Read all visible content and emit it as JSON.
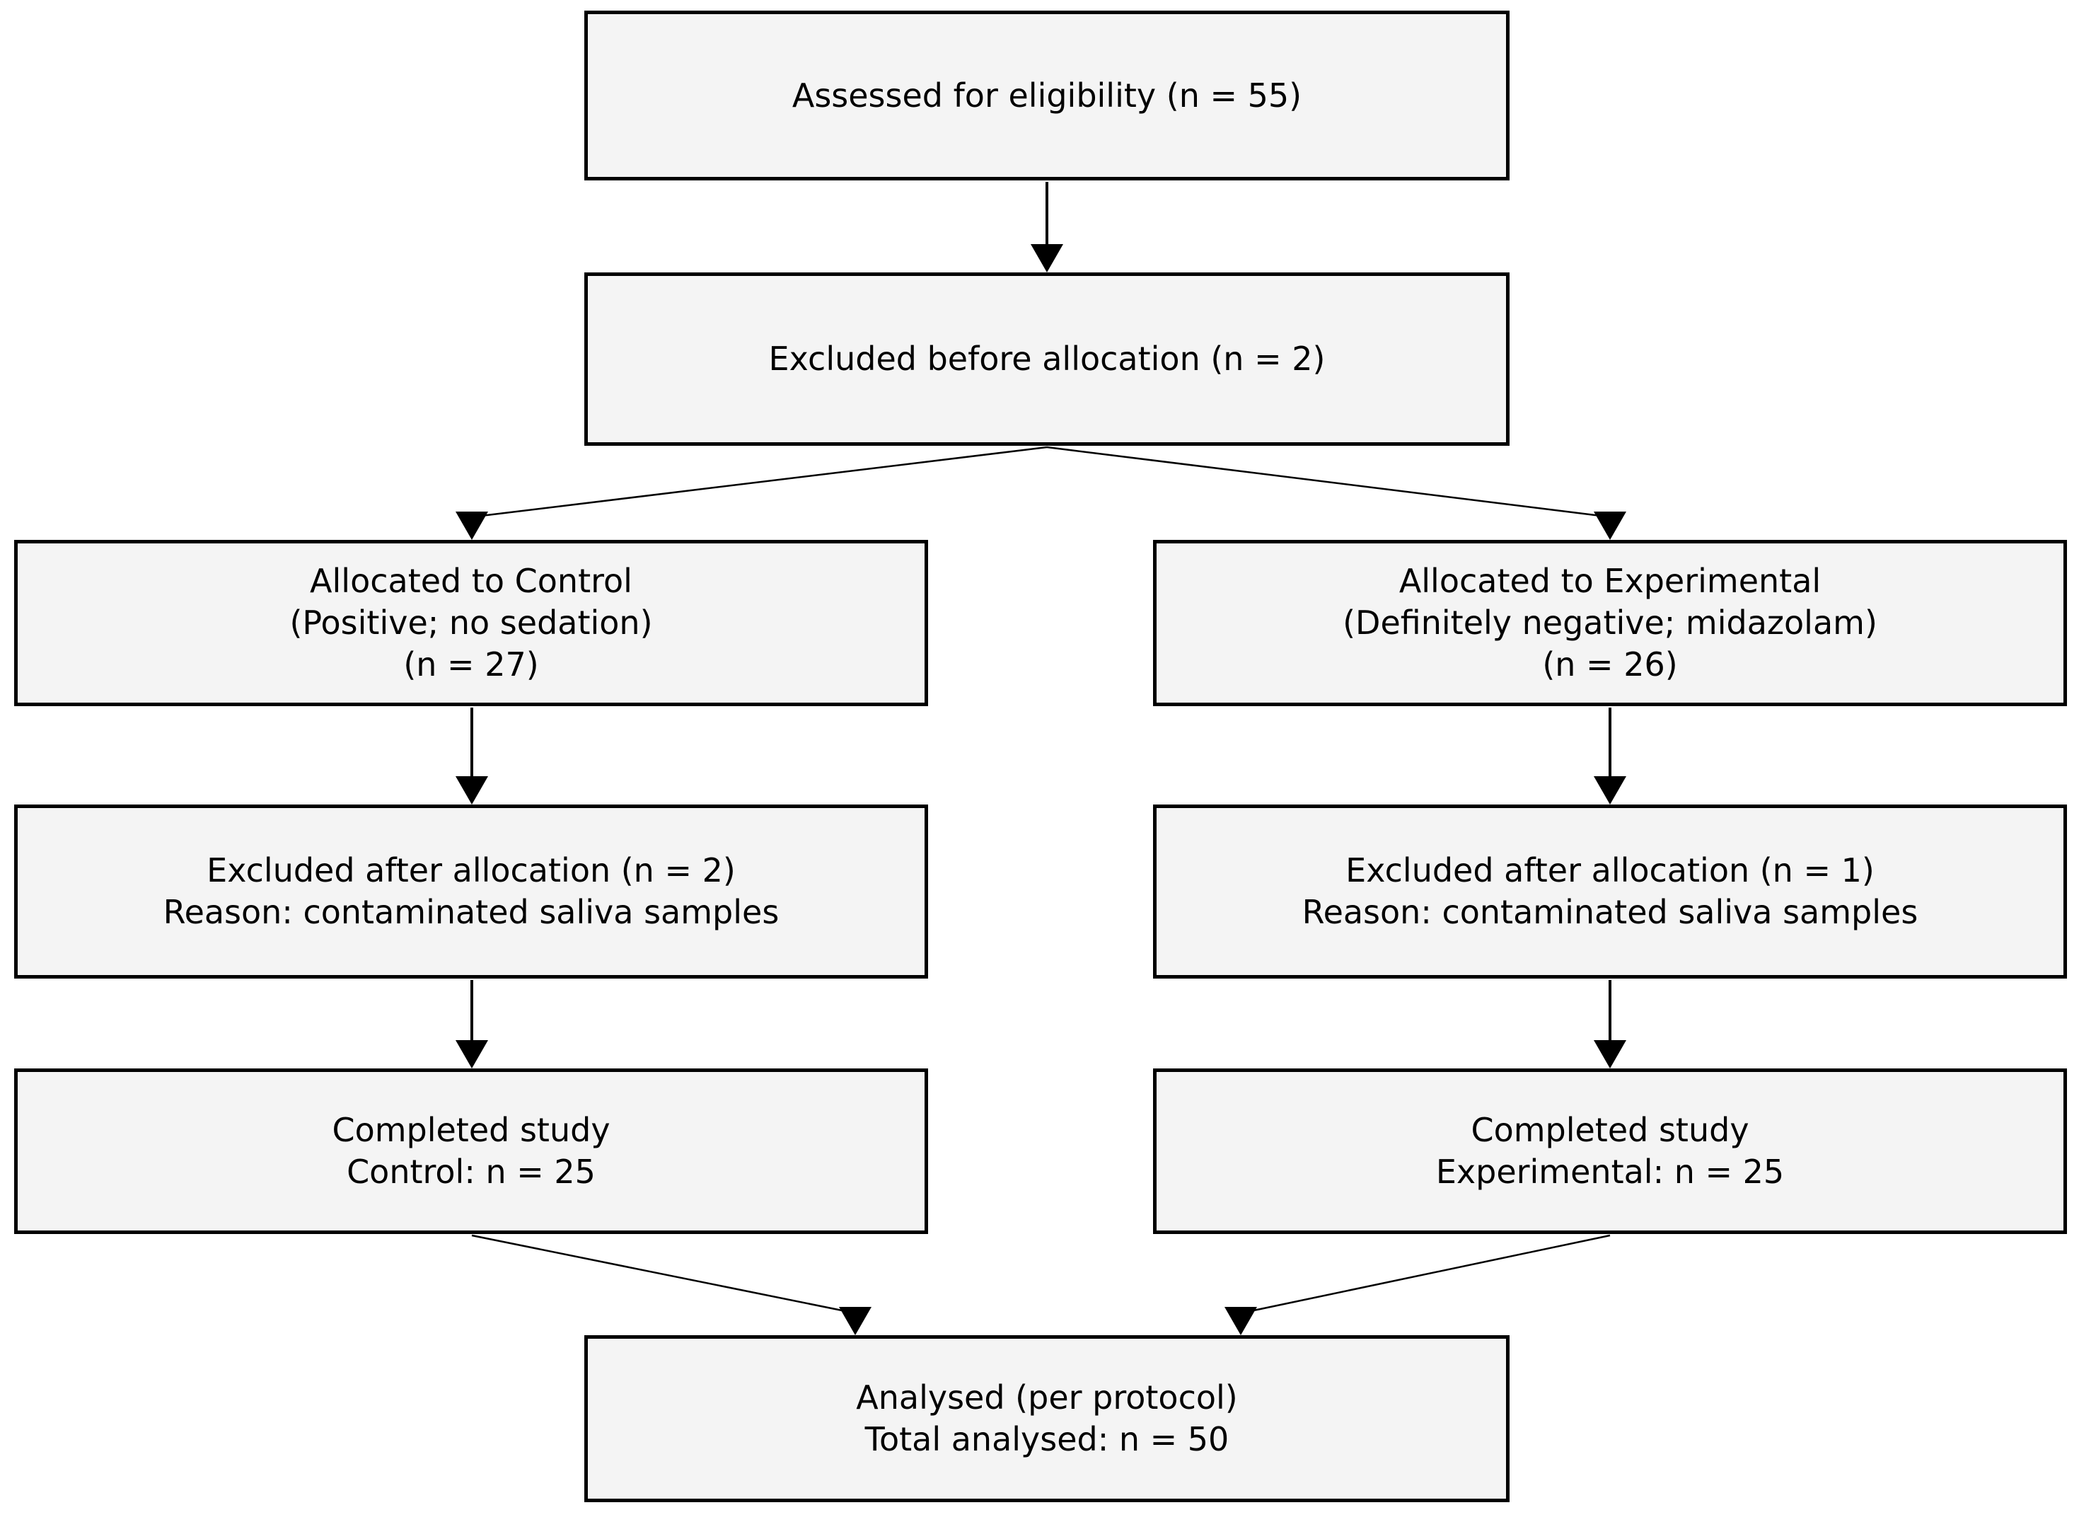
{
  "diagram": {
    "type": "flowchart",
    "background_color": "#ffffff",
    "box_fill_color": "#f4f4f4",
    "box_border_color": "#000000",
    "text_color": "#000000",
    "nodes": [
      {
        "id": "assessed",
        "lines": [
          "Assessed for eligibility (n = 55)"
        ]
      },
      {
        "id": "excluded-before",
        "lines": [
          "Excluded before allocation (n = 2)"
        ]
      },
      {
        "id": "allocated-control",
        "lines": [
          "Allocated to Control",
          "(Positive; no sedation)",
          "(n = 27)"
        ]
      },
      {
        "id": "allocated-experimental",
        "lines": [
          "Allocated to Experimental",
          "(Definitely negative; midazolam)",
          "(n = 26)"
        ]
      },
      {
        "id": "excluded-after-control",
        "lines": [
          "Excluded after allocation (n = 2)",
          "Reason: contaminated saliva samples"
        ]
      },
      {
        "id": "excluded-after-experimental",
        "lines": [
          "Excluded after allocation (n = 1)",
          "Reason: contaminated saliva samples"
        ]
      },
      {
        "id": "completed-control",
        "lines": [
          "Completed study",
          "Control: n = 25"
        ]
      },
      {
        "id": "completed-experimental",
        "lines": [
          "Completed study",
          "Experimental: n = 25"
        ]
      },
      {
        "id": "analysed",
        "lines": [
          "Analysed (per protocol)",
          "Total analysed: n = 50"
        ]
      }
    ],
    "edges": [
      {
        "from": "assessed",
        "to": "excluded-before"
      },
      {
        "from": "excluded-before",
        "to": "allocated-control"
      },
      {
        "from": "excluded-before",
        "to": "allocated-experimental"
      },
      {
        "from": "allocated-control",
        "to": "excluded-after-control"
      },
      {
        "from": "allocated-experimental",
        "to": "excluded-after-experimental"
      },
      {
        "from": "excluded-after-control",
        "to": "completed-control"
      },
      {
        "from": "excluded-after-experimental",
        "to": "completed-experimental"
      },
      {
        "from": "completed-control",
        "to": "analysed"
      },
      {
        "from": "completed-experimental",
        "to": "analysed"
      }
    ]
  }
}
